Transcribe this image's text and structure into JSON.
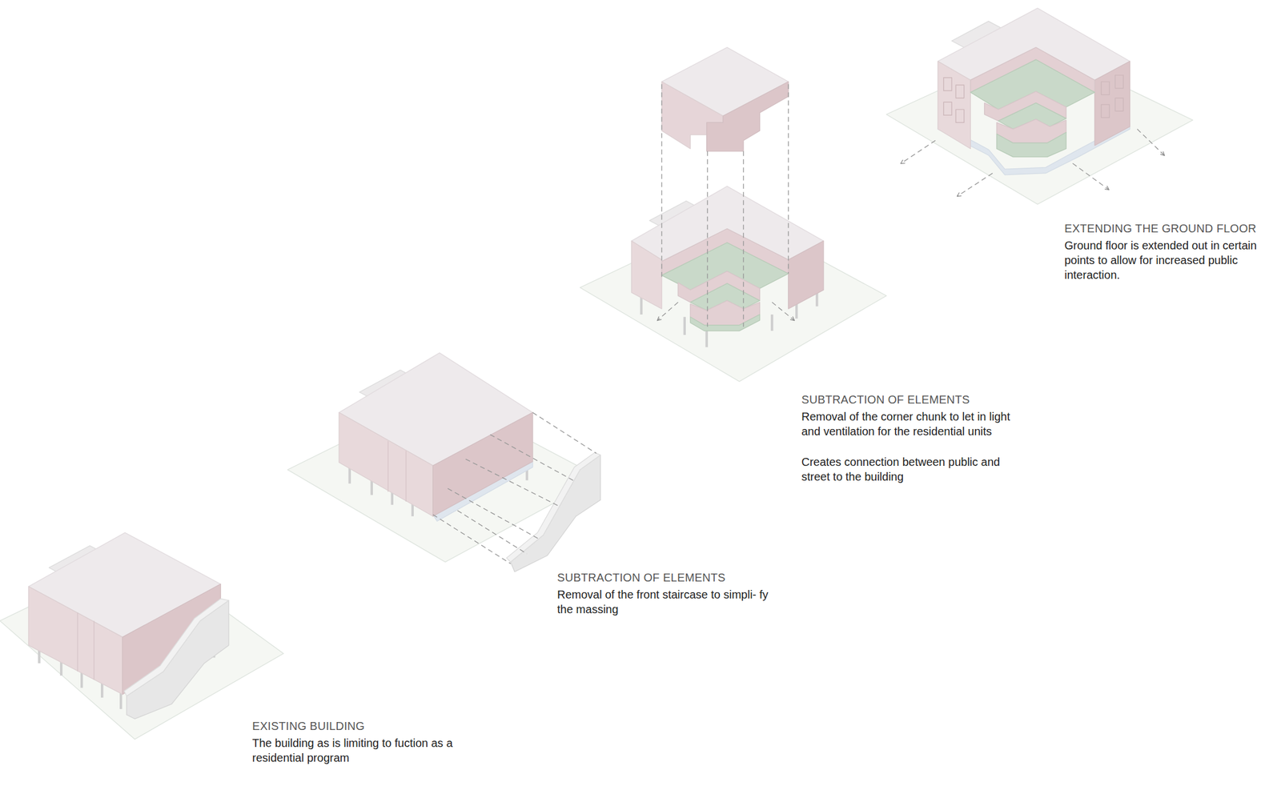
{
  "diagram": {
    "labels": [
      "EXISTING BUILDING",
      "The building as is limiting to fuction as a residential program",
      "SUBTRACTION OF ELEMENTS",
      "Removal of the front staircase to simpli- fy the massing",
      "SUBTRACTION OF ELEMENTS",
      "Removal of the corner chunk to let in light and ventilation for the residential units",
      "Creates connection between public and street to the building",
      "EXTENDING THE GROUND FLOOR",
      "Ground floor is extended out in certain points to allow for increased public interaction."
    ]
  }
}
